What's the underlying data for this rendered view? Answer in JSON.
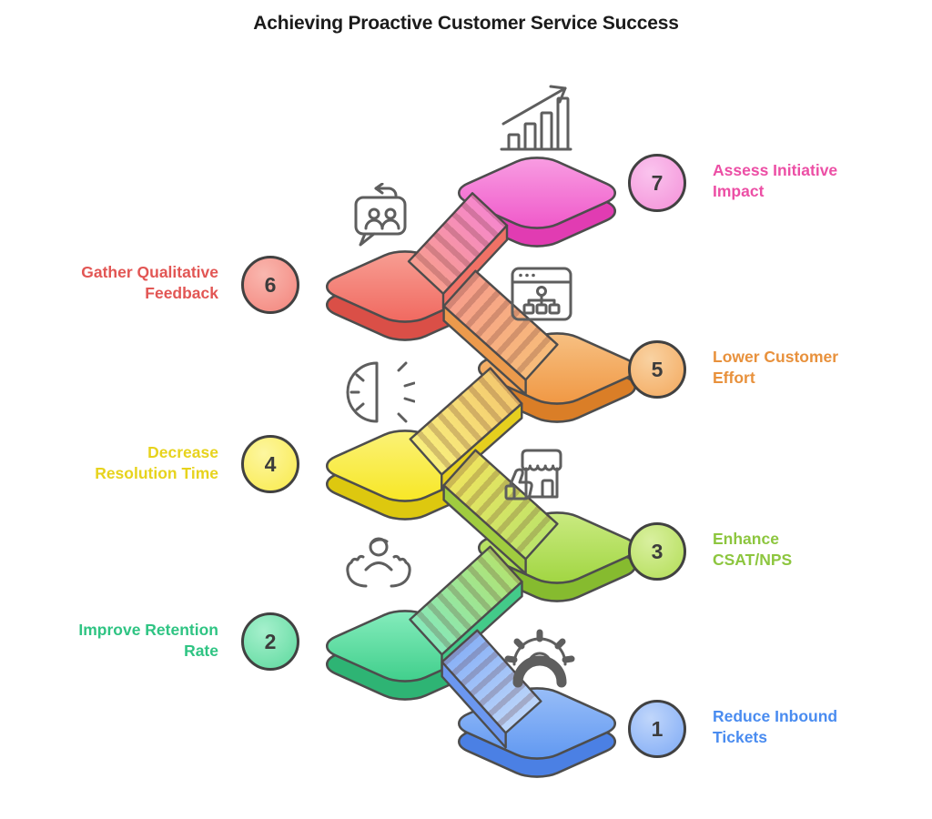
{
  "title": "Achieving Proactive Customer Service Success",
  "background": "#ffffff",
  "outline_color": "#4d4d4d",
  "icon_color": "#5e5e5e",
  "badge_border_color": "#414141",
  "badge_number_color": "#3c3c3c",
  "steps": [
    {
      "number": "1",
      "label": "Reduce Inbound\nTickets",
      "icon": "gear-handset-icon",
      "label_side": "right",
      "colors": {
        "light": "#9cc0f8",
        "main": "#5d96f1",
        "side": "#4b80e4",
        "badge": "#7eaaf5",
        "badge_light": "#c0d6fb",
        "text": "#4a8cf0"
      }
    },
    {
      "number": "2",
      "label": "Improve Retention\nRate",
      "icon": "caring-hands-icon",
      "label_side": "left",
      "colors": {
        "light": "#8aeec0",
        "main": "#3bcd88",
        "side": "#2eb474",
        "badge": "#5cd99d",
        "badge_light": "#a6f0cd",
        "text": "#2fc483"
      }
    },
    {
      "number": "3",
      "label": "Enhance\nCSAT/NPS",
      "icon": "storefront-thumbsup-icon",
      "label_side": "right",
      "colors": {
        "light": "#cdec86",
        "main": "#9ed43d",
        "side": "#86bb2f",
        "badge": "#b2dd55",
        "badge_light": "#d9f0a0",
        "text": "#8dc63f"
      }
    },
    {
      "number": "4",
      "label": "Decrease\nResolution Time",
      "icon": "half-clock-icon",
      "label_side": "left",
      "colors": {
        "light": "#fbf37e",
        "main": "#f7e61f",
        "side": "#ddc80f",
        "badge": "#f9ea4a",
        "badge_light": "#fdf6a0",
        "text": "#e7d31d"
      }
    },
    {
      "number": "5",
      "label": "Lower Customer\nEffort",
      "icon": "sitemap-window-icon",
      "label_side": "right",
      "colors": {
        "light": "#f7c387",
        "main": "#f0953f",
        "side": "#da7e27",
        "badge": "#f3a85c",
        "badge_light": "#f9d2a2",
        "text": "#e8913c"
      }
    },
    {
      "number": "6",
      "label": "Gather Qualitative\nFeedback",
      "icon": "feedback-chat-icon",
      "label_side": "left",
      "colors": {
        "light": "#f8a297",
        "main": "#f0655c",
        "side": "#da4f47",
        "badge": "#f3847b",
        "badge_light": "#f9b7af",
        "text": "#e25654"
      }
    },
    {
      "number": "7",
      "label": "Assess Initiative\nImpact",
      "icon": "growth-chart-icon",
      "label_side": "right",
      "colors": {
        "light": "#f9a2e4",
        "main": "#ef54c8",
        "side": "#e13cb2",
        "badge": "#f490d8",
        "badge_light": "#fac4ee",
        "text": "#ec4fa5"
      }
    }
  ],
  "flights": [
    {
      "from": 1,
      "to": 2,
      "colors": {
        "start": "#bdd6fa",
        "end": "#88b0f6",
        "side": "#6b97f0"
      }
    },
    {
      "from": 2,
      "to": 3,
      "colors": {
        "start": "#86e8ba",
        "end": "#b2e372",
        "side": "#43ca89"
      }
    },
    {
      "from": 3,
      "to": 4,
      "colors": {
        "start": "#bce36a",
        "end": "#efe45f",
        "side": "#a0cc3f"
      }
    },
    {
      "from": 4,
      "to": 5,
      "colors": {
        "start": "#f8ef7d",
        "end": "#f4c96f",
        "side": "#e6cf1e"
      }
    },
    {
      "from": 5,
      "to": 6,
      "colors": {
        "start": "#f7bc79",
        "end": "#f79e8b",
        "side": "#ec9a4c"
      }
    },
    {
      "from": 6,
      "to": 7,
      "colors": {
        "start": "#f79d8e",
        "end": "#f687cd",
        "side": "#f07166"
      }
    }
  ]
}
